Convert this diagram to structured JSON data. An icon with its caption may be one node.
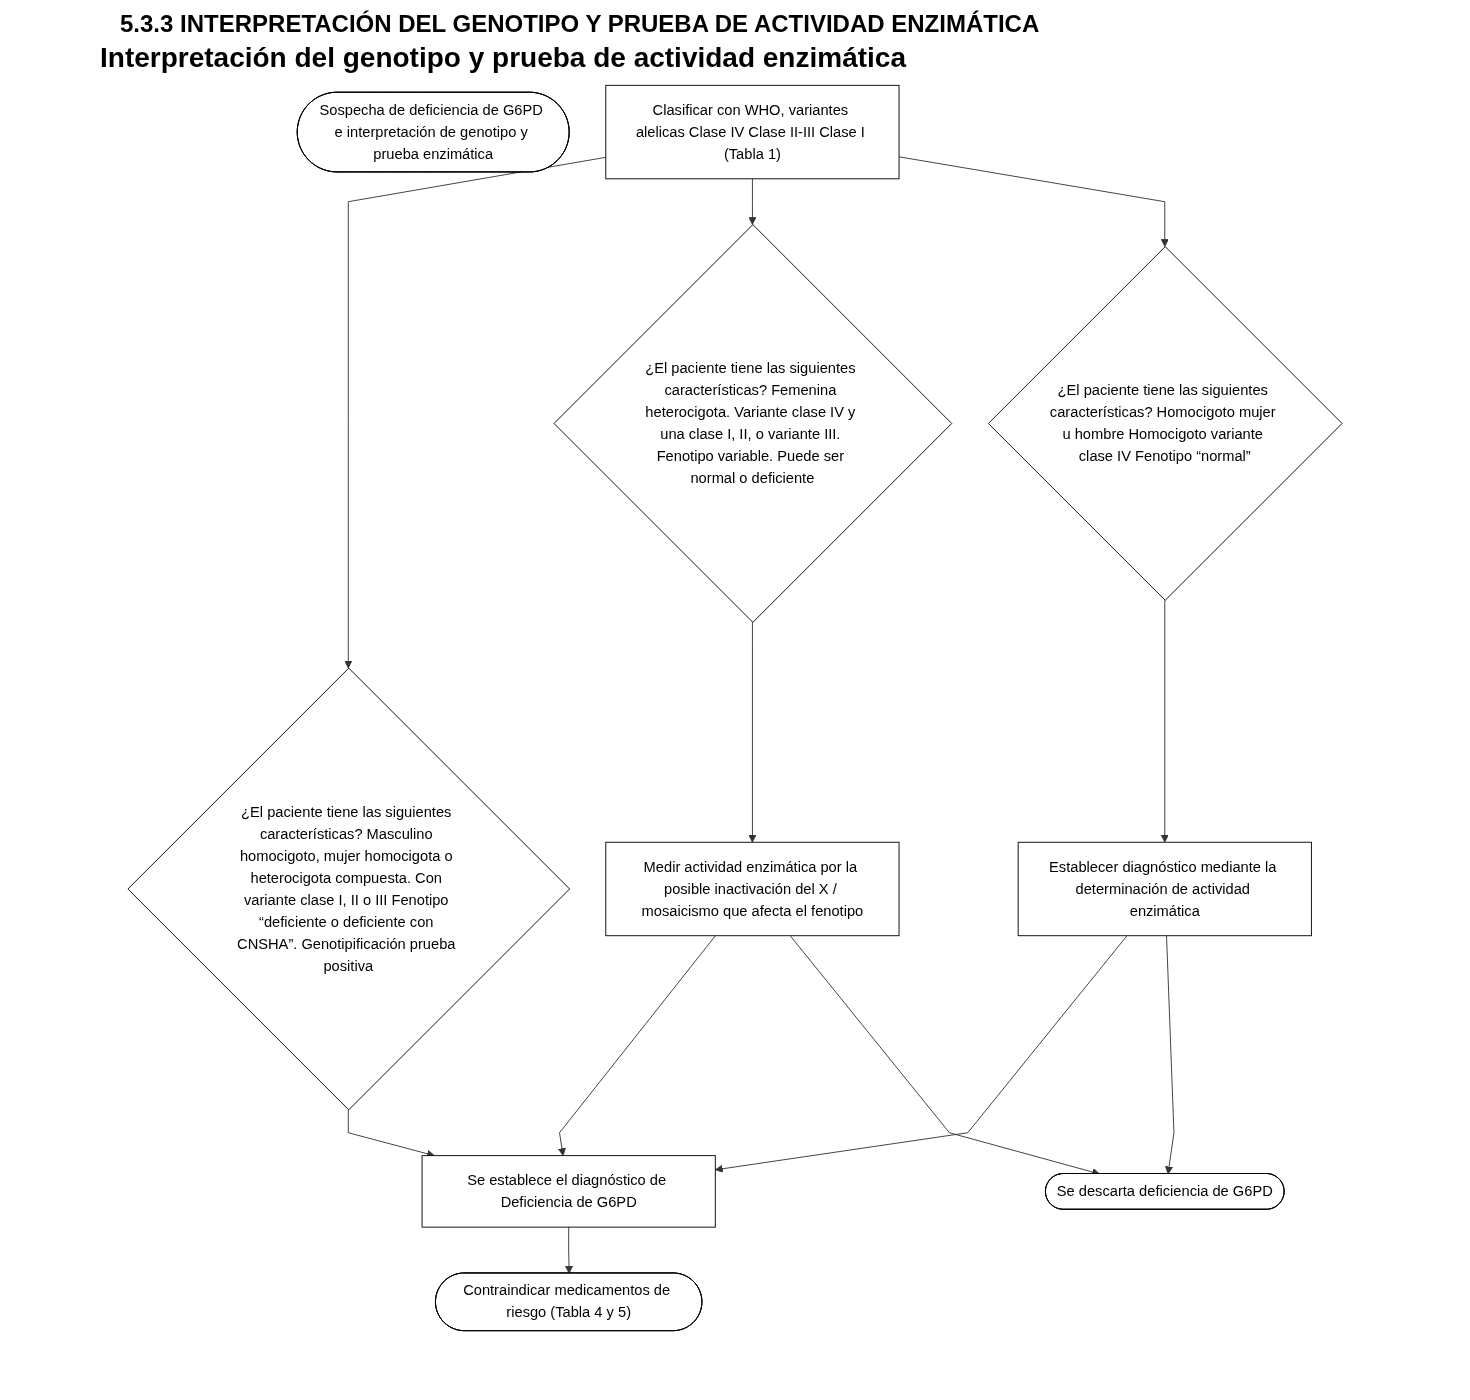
{
  "diagram": {
    "title": "5.3.3 INTERPRETACIÓN DEL GENOTIPO Y PRUEBA DE ACTIVIDAD ENZIMÁTICA",
    "nodes": [
      {
        "text": [
          "Sospecha de deficiencia de G6PD e interpretación de genotipo y prueba enzimática"
        ]
      },
      {
        "text": [
          "Clasificar con WHO, variantes alelicas Clase IV Clase II-III Clase I (Tabla 1)"
        ]
      },
      {
        "text": [
          "¿El paciente tiene las siguientes características? Masculino homocigoto, mujer homocigota o heterocigota compuesta. Con variante clase I, II o III Fenotipo “deficiente o deficiente con CNSHA”. Genotipificación prueba positiva"
        ]
      },
      {
        "text": [
          "¿El paciente tiene las siguientes características? Femenina heterocigota. Variante clase IV y una clase I, II, o variante III. Fenotipo variable. Puede ser normal o deficiente"
        ]
      },
      {
        "text": [
          "¿El paciente tiene las siguientes características? Homocigoto mujer u hombre Homocigoto variante clase IV Fenotipo “normal”"
        ]
      },
      {
        "text": [
          "Medir actividad enzimática por la posible inactivación del X / mosaicismo que afecta el fenotipo"
        ]
      },
      {
        "text": [
          "Establecer diagnóstico mediante la determinación de actividad enzimática"
        ]
      },
      {
        "text": [
          "Se establece el diagnóstico de Deficiencia de G6PD"
        ]
      },
      {
        "text": [
          "Contraindicar medicamentos de riesgo (Tabla 4 y 5)"
        ]
      },
      {
        "text": [
          "Se descarta deficiencia de G6PD"
        ]
      }
    ],
    "edges": [
      {
        "from": 1,
        "to": 2,
        "arrow": "to"
      },
      {
        "from": 1,
        "to": 3,
        "arrow": "to"
      },
      {
        "from": 1,
        "to": 4,
        "arrow": "to"
      },
      {
        "from": 3,
        "to": 5,
        "arrow": "to"
      },
      {
        "from": 4,
        "to": 6,
        "arrow": "to"
      },
      {
        "from": 2,
        "to": 7,
        "arrow": "to"
      },
      {
        "from": 5,
        "to": 7,
        "arrow": "to"
      },
      {
        "from": 6,
        "to": 7,
        "arrow": "to"
      },
      {
        "from": 6,
        "to": 9,
        "arrow": "to"
      },
      {
        "from": 5,
        "to": 9,
        "arrow": "to"
      },
      {
        "from": 7,
        "to": 8,
        "arrow": "to"
      }
    ],
    "labels": [
      "Interpretación del genotipo y prueba de actividad enzimática"
    ]
  }
}
